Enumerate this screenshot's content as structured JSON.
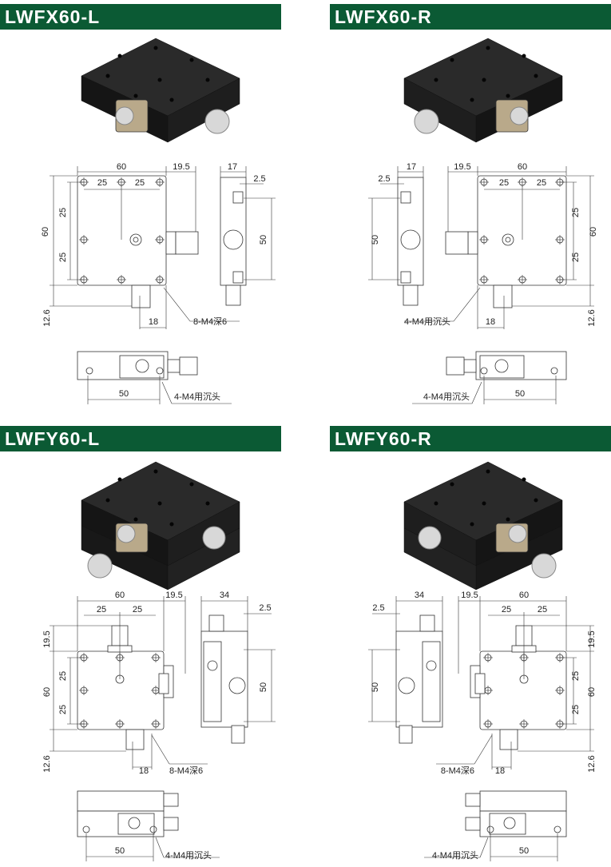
{
  "colors": {
    "header_bg": "#0b5a34",
    "header_text": "#ffffff",
    "product_body": "#1e1e1e",
    "knob": "#d8d8d8"
  },
  "quadrants": [
    {
      "title": "LWFX60-L",
      "type": "X",
      "mirror": false,
      "dims": [
        "60",
        "19.5",
        "25",
        "25",
        "17",
        "2.5",
        "60",
        "25",
        "25",
        "50",
        "12.6",
        "18",
        "8-M4深6",
        "50",
        "4-M4用沉头"
      ]
    },
    {
      "title": "LWFX60-R",
      "type": "X",
      "mirror": true,
      "dims": [
        "60",
        "19.5",
        "25",
        "25",
        "17",
        "2.5",
        "60",
        "25",
        "25",
        "50",
        "12.6",
        "18",
        "4-M4用沉头",
        "50",
        "4-M4用沉头"
      ]
    },
    {
      "title": "LWFY60-L",
      "type": "Y",
      "mirror": false,
      "dims": [
        "60",
        "19.5",
        "25",
        "25",
        "34",
        "2.5",
        "19.5",
        "60",
        "25",
        "25",
        "50",
        "12.6",
        "18",
        "8-M4深6",
        "50",
        "4-M4用沉头"
      ]
    },
    {
      "title": "LWFY60-R",
      "type": "Y",
      "mirror": true,
      "dims": [
        "60",
        "19.5",
        "25",
        "25",
        "34",
        "2.5",
        "19.5",
        "60",
        "25",
        "25",
        "50",
        "12.6",
        "18",
        "8-M4深6",
        "50",
        "4-M4用沉头"
      ]
    }
  ]
}
